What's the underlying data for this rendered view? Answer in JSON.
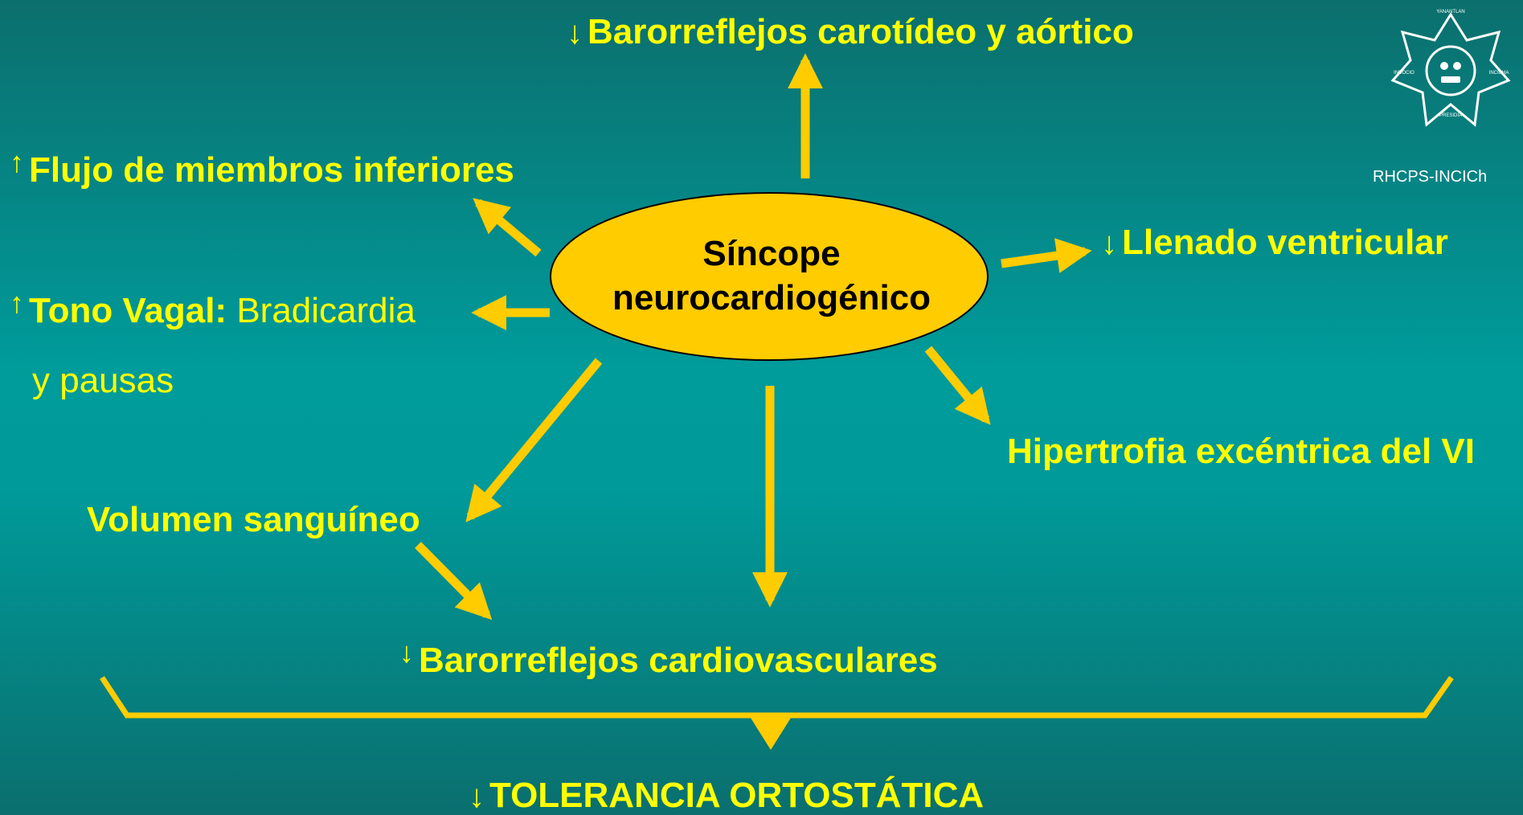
{
  "center": {
    "line1": "Síncope",
    "line2": "neurocardiogénico"
  },
  "labels": {
    "baroreflex_top": {
      "arrow": "↓",
      "text": "Barorreflejos carotídeo y aórtico"
    },
    "flow_legs": {
      "arrow": "↑",
      "text": "Flujo de miembros inferiores"
    },
    "vagal": {
      "arrow": "↑",
      "bold": "Tono Vagal:",
      "rest": " Bradicardia",
      "line2": "y pausas"
    },
    "ventricular_filling": {
      "arrow": "↓",
      "text": "Llenado ventricular"
    },
    "hypertrophy": {
      "text": "Hipertrofia excéntrica del VI"
    },
    "blood_volume": {
      "text": "Volumen sanguíneo"
    },
    "baroreflex_cv": {
      "arrow": "↓",
      "text": "Barorreflejos cardiovasculares"
    },
    "tolerance": {
      "arrow": "↓",
      "text": "TOLERANCIA ORTOSTÁTICA"
    }
  },
  "watermark": "RHCPS-INCICh",
  "logo": {
    "icon": "aztec-sun-stone-logo-icon",
    "text_top": "YANANTLAN",
    "text_left": "INDOCIO",
    "text_right": "INCICHA",
    "text_bottom": "PRESIDÍA"
  },
  "colors": {
    "arrow": "#ffcc00",
    "text": "#ffff00",
    "ellipse_fill": "#ffcc00",
    "ellipse_stroke": "#000000"
  }
}
